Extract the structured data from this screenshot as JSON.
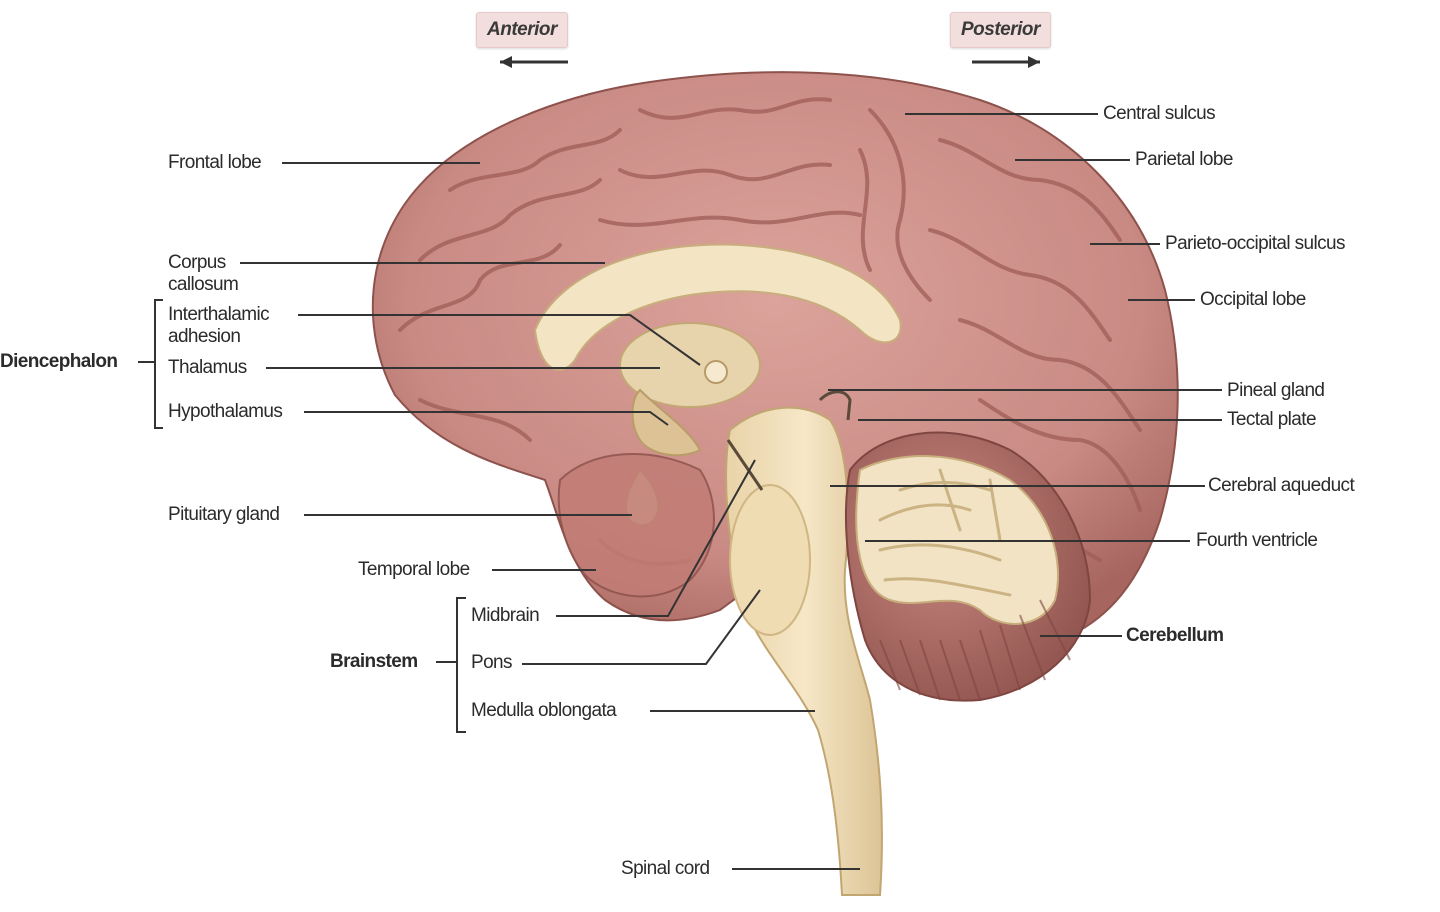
{
  "direction": {
    "anterior": "Anterior",
    "posterior": "Posterior"
  },
  "groups": {
    "diencephalon": "Diencephalon",
    "brainstem": "Brainstem"
  },
  "labels": {
    "frontal_lobe": "Frontal lobe",
    "corpus_callosum_1": "Corpus",
    "corpus_callosum_2": "callosum",
    "interthalamic_1": "Interthalamic",
    "interthalamic_2": "adhesion",
    "thalamus": "Thalamus",
    "hypothalamus": "Hypothalamus",
    "pituitary_gland": "Pituitary gland",
    "temporal_lobe": "Temporal lobe",
    "midbrain": "Midbrain",
    "pons": "Pons",
    "medulla_oblongata": "Medulla oblongata",
    "spinal_cord": "Spinal cord",
    "central_sulcus": "Central sulcus",
    "parietal_lobe": "Parietal lobe",
    "parieto_occipital_sulcus": "Parieto-occipital sulcus",
    "occipital_lobe": "Occipital lobe",
    "pineal_gland": "Pineal gland",
    "tectal_plate": "Tectal plate",
    "cerebral_aqueduct": "Cerebral aqueduct",
    "fourth_ventricle": "Fourth ventricle",
    "cerebellum": "Cerebellum"
  },
  "colors": {
    "cortex": "#c98a84",
    "cortex_dark": "#a7655f",
    "cortex_light": "#e3b0a8",
    "white_matter": "#f1e0bf",
    "white_matter_dark": "#dcc496",
    "cerebellum": "#b5766f",
    "leader": "#333333"
  }
}
